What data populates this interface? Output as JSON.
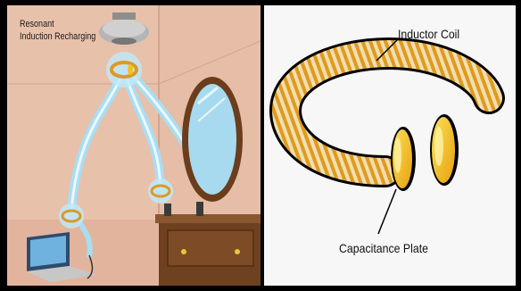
{
  "left_panel": {
    "title_line1": "Resonant",
    "title_line2": "Induction Recharging"
  },
  "right_panel": {
    "label_top": "Inductor Coil",
    "label_bottom": "Capacitance Plate"
  },
  "colors": {
    "wall": "#e9c2ad",
    "wall_shadow": "#d9a892",
    "energy": "#bfe8f7",
    "energy_core": "#ffffff",
    "coil_gold": "#e5a52a",
    "coil_light": "#f3e0b4",
    "plate_yellow": "#f4c21b",
    "furniture": "#7a4b25",
    "mirror": "#9fd3ea",
    "mirror_frame": "#6b3d1c"
  }
}
